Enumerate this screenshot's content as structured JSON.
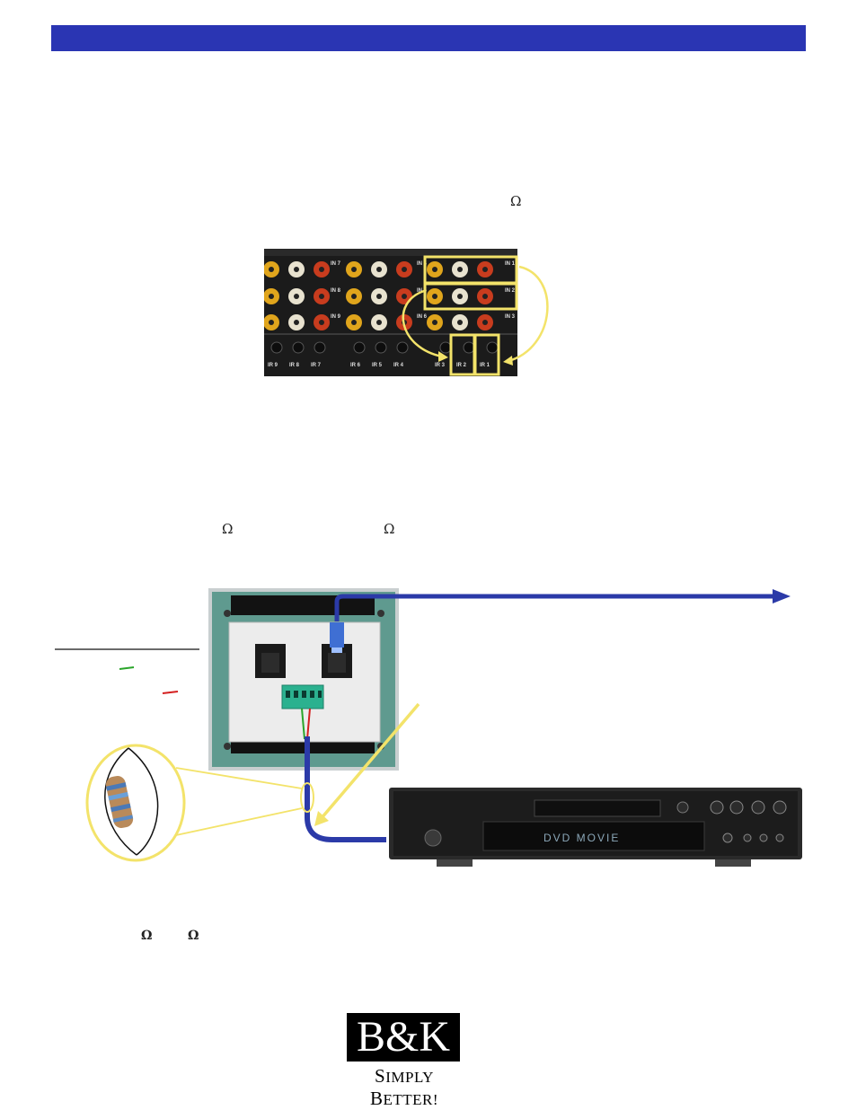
{
  "header": {
    "bar_color": "#2a35b3"
  },
  "symbols": {
    "omega_1": "Ω",
    "omega_2": "Ω",
    "omega_3": "Ω",
    "omega_4": "Ω",
    "omega_5": "Ω"
  },
  "receiver_panel": {
    "input_labels": [
      "IN 4",
      "IN 5",
      "IN 6",
      "IN 1",
      "IN 2",
      "IN 3",
      "IN 7",
      "IN 8",
      "IN 9"
    ],
    "ir_labels": [
      "IR 9",
      "IR 8",
      "IR 7",
      "IR 6",
      "IR 5",
      "IR 4",
      "IR 3",
      "IR 2",
      "IR 1"
    ],
    "highlight_color": "#f3e36a"
  },
  "dvd_player": {
    "display_text": "DVD MOVIE"
  },
  "cable": {
    "color": "#2b3aa8"
  },
  "logo": {
    "mark": "B&K",
    "tag_s": "S",
    "tag_imply": "IMPLY ",
    "tag_b": "B",
    "tag_etter": "ETTER!"
  }
}
